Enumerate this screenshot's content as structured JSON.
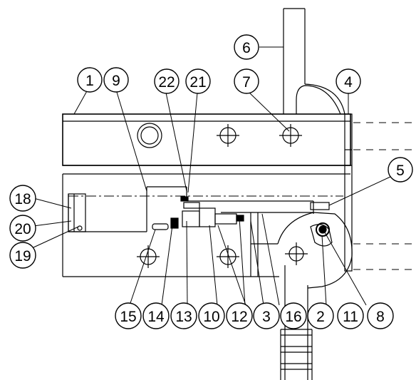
{
  "callouts": {
    "c1": "1",
    "c2": "2",
    "c3": "3",
    "c4": "4",
    "c5": "5",
    "c6": "6",
    "c7": "7",
    "c8": "8",
    "c9": "9",
    "c10": "10",
    "c11": "11",
    "c12": "12",
    "c13": "13",
    "c14": "14",
    "c15": "15",
    "c16": "16",
    "c18": "18",
    "c19": "19",
    "c20": "20",
    "c21": "21",
    "c22": "22"
  },
  "colors": {
    "line": "#000000",
    "background": "#ffffff"
  }
}
